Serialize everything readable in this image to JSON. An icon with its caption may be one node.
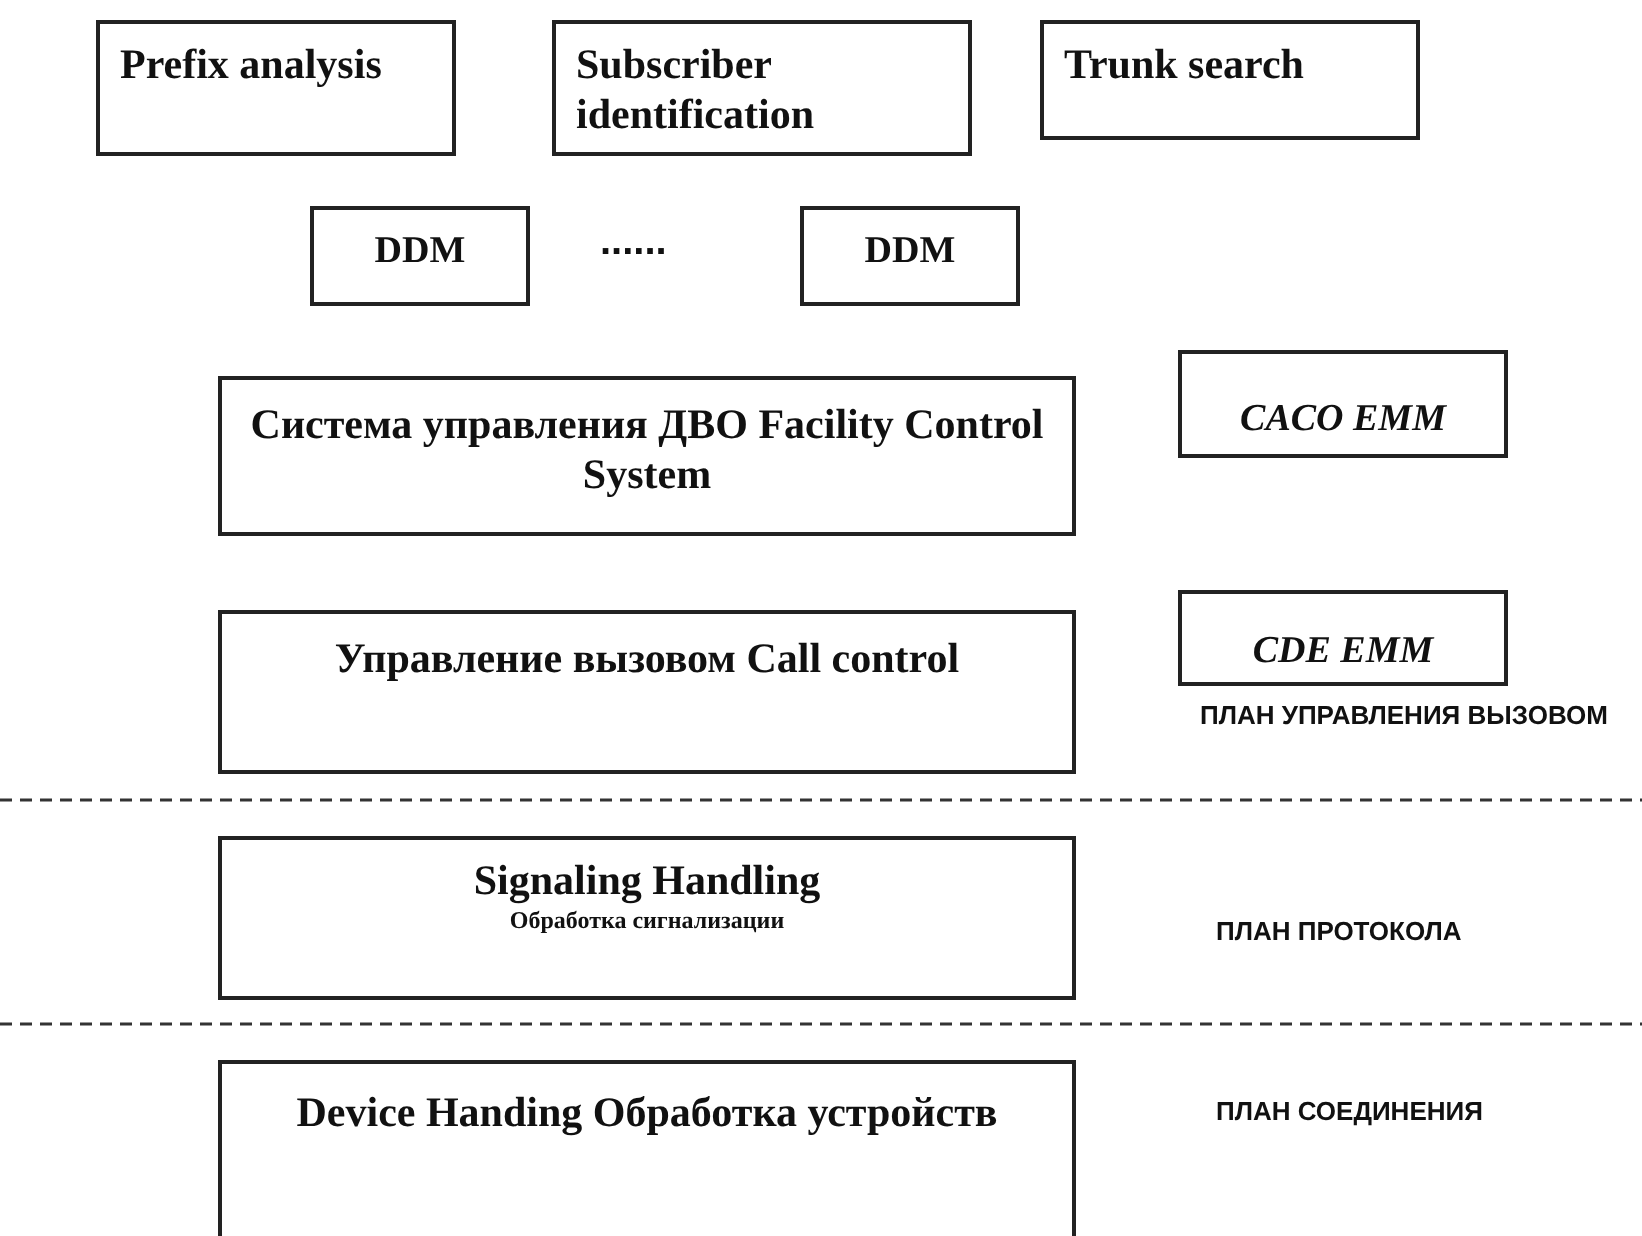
{
  "diagram": {
    "nodes": [
      {
        "text": [
          "Prefix analysis"
        ]
      },
      {
        "text": [
          "Subscriber identification"
        ]
      },
      {
        "text": [
          "Trunk search"
        ]
      },
      {
        "text": [
          "DDM"
        ]
      },
      {
        "text": [
          "DDM"
        ]
      },
      {
        "text": [
          "Система управления ДВО Facility Control System"
        ]
      },
      {
        "text": [
          "CACO EMM"
        ]
      },
      {
        "text": [
          "Управление вызовом Call control"
        ]
      },
      {
        "text": [
          "CDE EMM"
        ]
      },
      {
        "text": [
          "Signaling Handling",
          "Обработка сигнализации"
        ]
      },
      {
        "text": [
          "Device Handing Обработка устройств"
        ]
      }
    ],
    "edges": [],
    "labels": [
      "......",
      "ПЛАН УПРАВЛЕНИЯ ВЫЗОВОМ",
      "ПЛАН ПРОТОКОЛА",
      "ПЛАН СОЕДИНЕНИЯ"
    ]
  }
}
